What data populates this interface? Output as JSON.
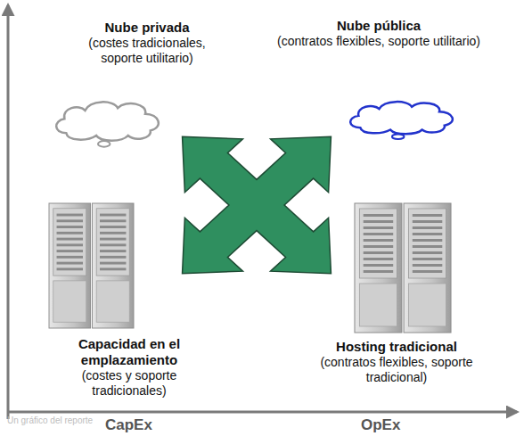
{
  "diagram": {
    "nodes": [
      {
        "text": [
          "Nube privada",
          "(costes tradicionales, soporte utilitario)"
        ]
      },
      {
        "text": [
          "Nube pública",
          "(contratos flexibles, soporte utilitario)"
        ]
      },
      {
        "text": [
          "Capacidad en el emplazamiento",
          "(costes y soporte tradicionales)"
        ]
      },
      {
        "text": [
          "Hosting tradicional",
          "(contratos flexibles, soporte tradicional)"
        ]
      }
    ],
    "labels": [
      "CapEx",
      "OpEx",
      "Un gráfico del reporte"
    ]
  }
}
